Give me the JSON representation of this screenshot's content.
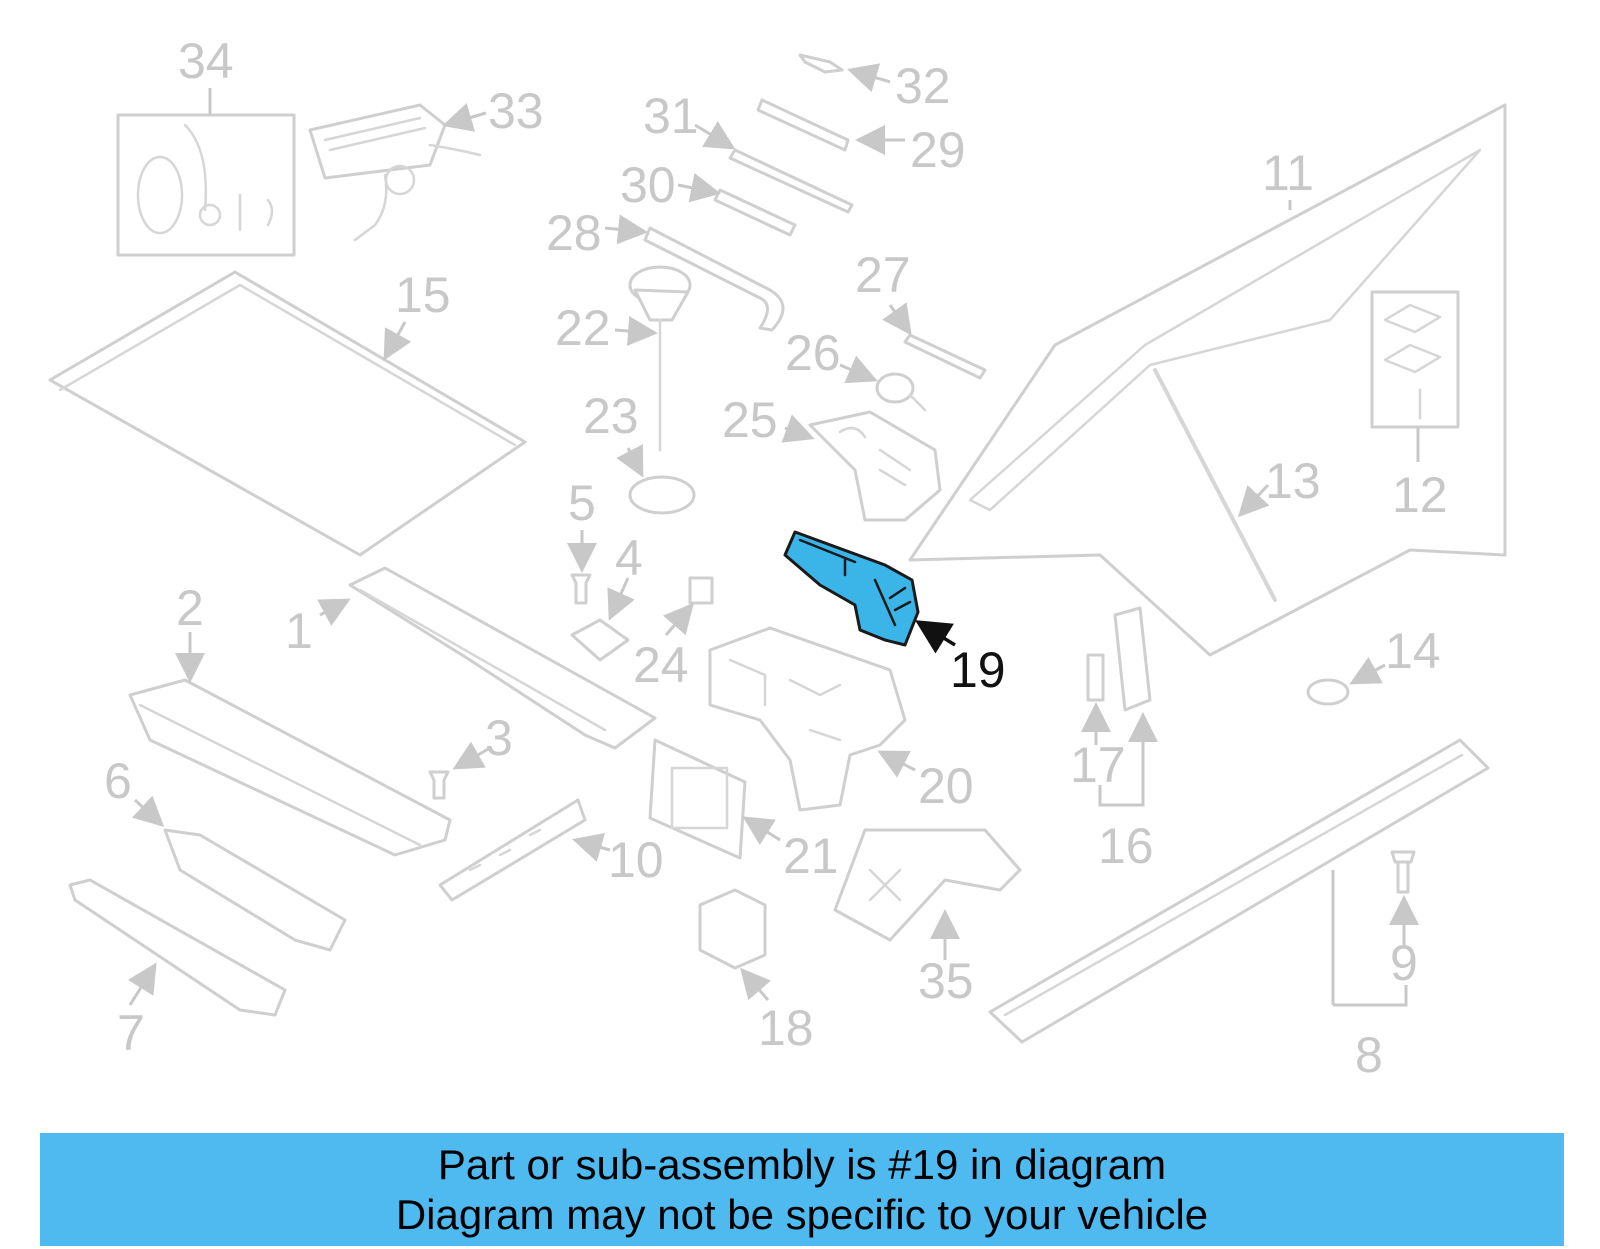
{
  "callouts": {
    "n1": "1",
    "n2": "2",
    "n3": "3",
    "n4": "4",
    "n5": "5",
    "n6": "6",
    "n7": "7",
    "n8": "8",
    "n9": "9",
    "n10": "10",
    "n11": "11",
    "n12": "12",
    "n13": "13",
    "n14": "14",
    "n15": "15",
    "n16": "16",
    "n17": "17",
    "n18": "18",
    "n19": "19",
    "n20": "20",
    "n21": "21",
    "n22": "22",
    "n23": "23",
    "n24": "24",
    "n25": "25",
    "n26": "26",
    "n27": "27",
    "n28": "28",
    "n29": "29",
    "n30": "30",
    "n31": "31",
    "n32": "32",
    "n33": "33",
    "n34": "34",
    "n35": "35"
  },
  "highlighted_part": "19",
  "colors": {
    "highlight_fill": "#3bb4e8",
    "banner_background": "#4fbaf0",
    "inactive_line": "#cfcfcf",
    "active_text": "#111111"
  },
  "banner": {
    "line1": "Part or sub-assembly is #19 in diagram",
    "line2": "Diagram may not be specific to your vehicle"
  }
}
